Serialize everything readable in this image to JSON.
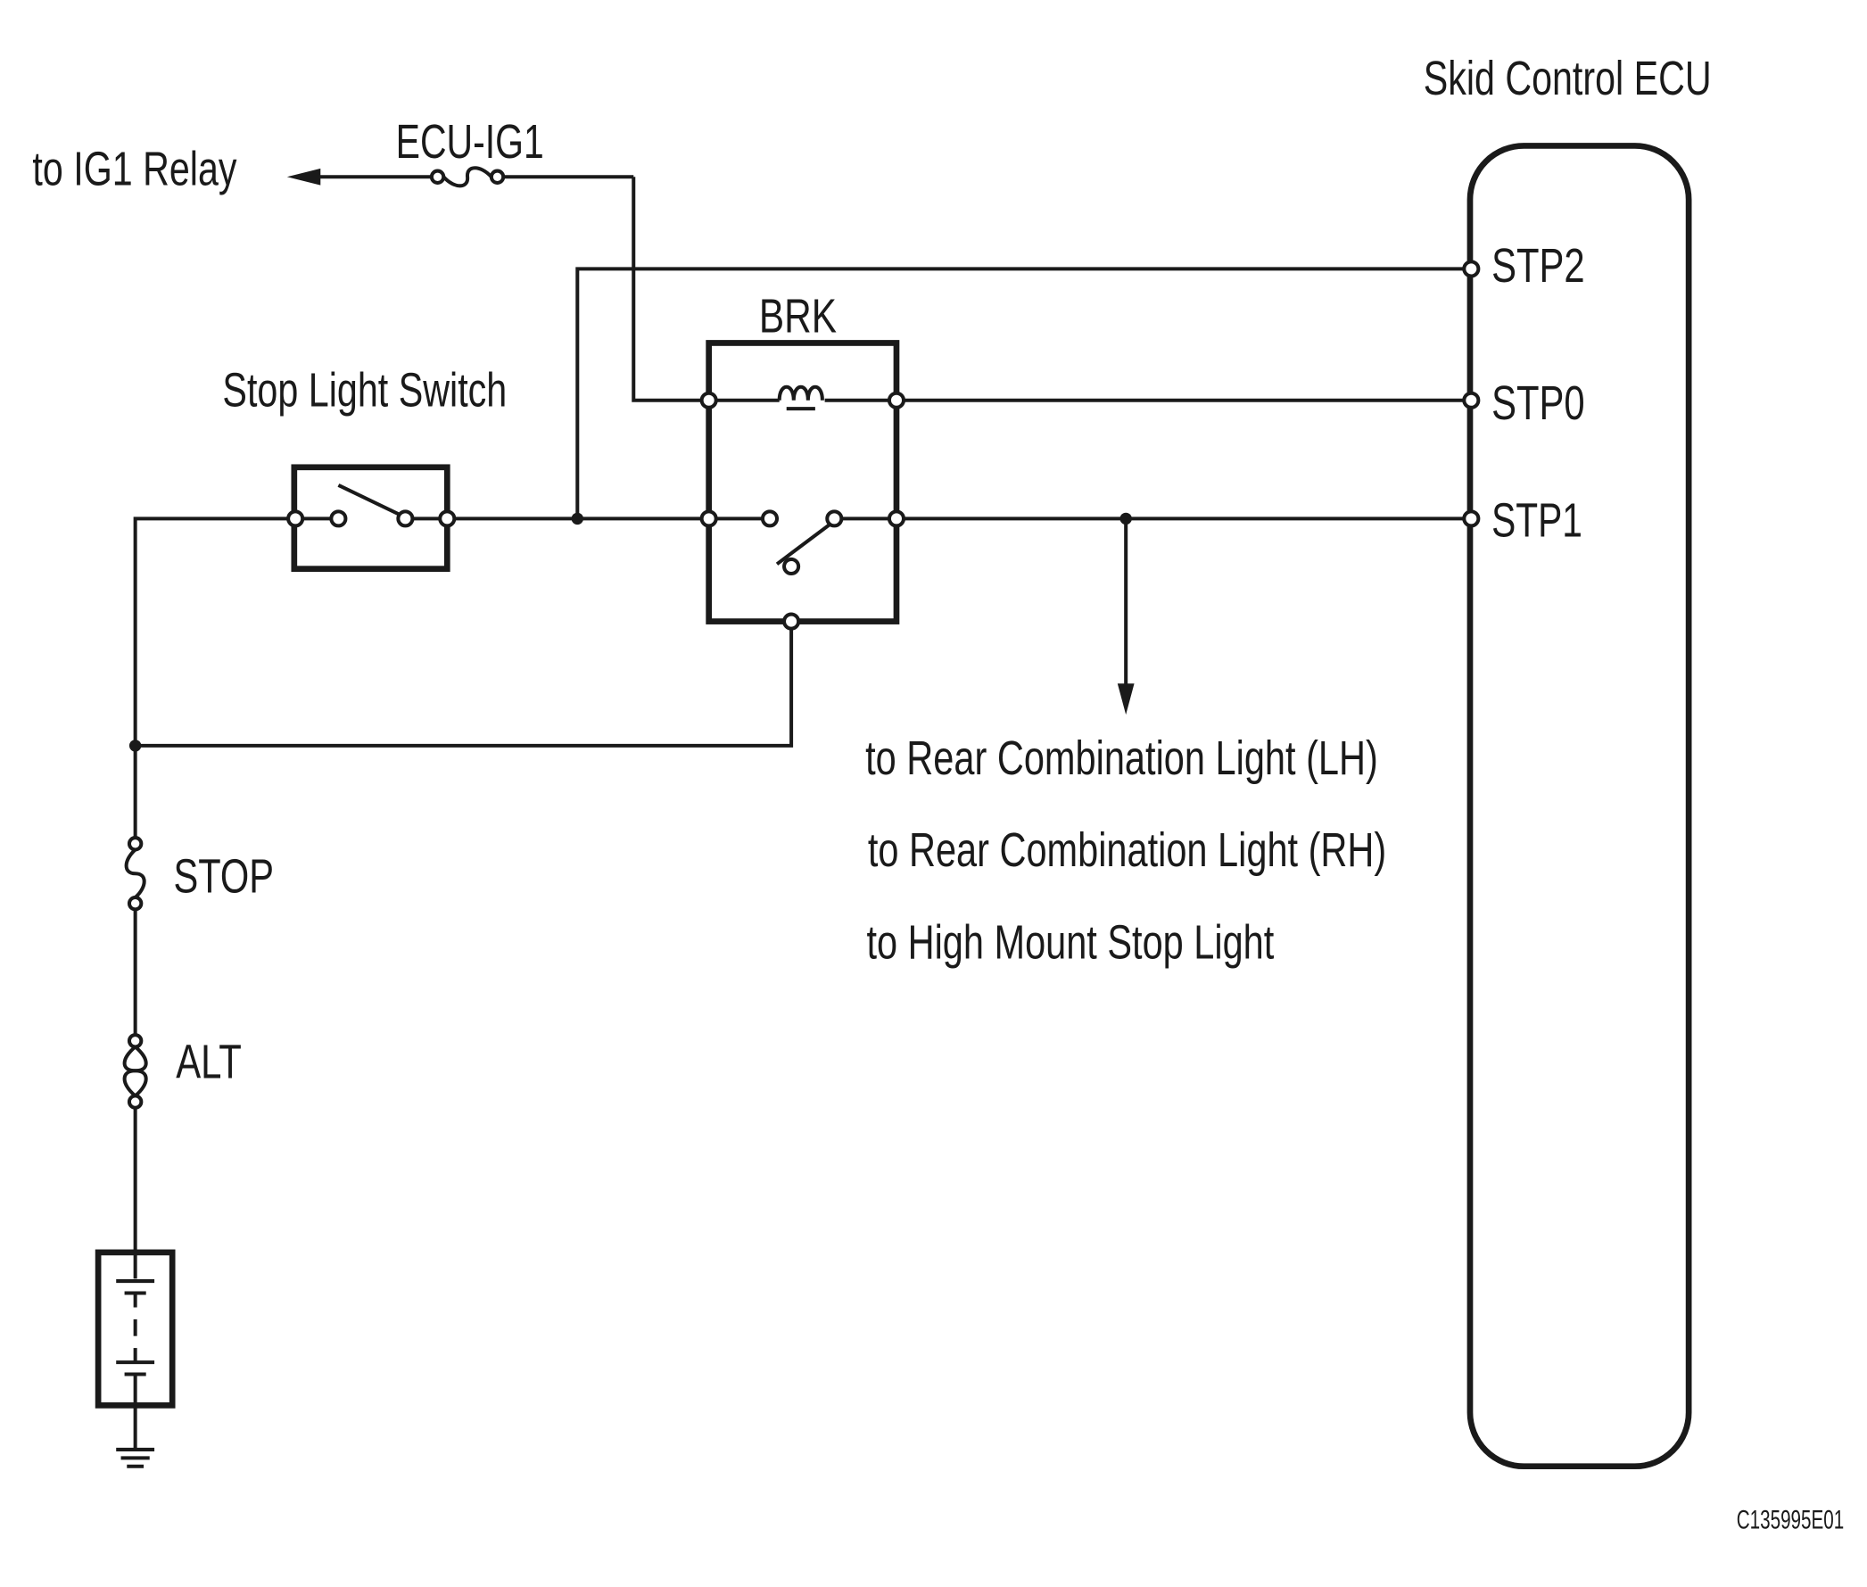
{
  "title": "",
  "labels": {
    "ecu_name": "Skid Control ECU",
    "ig1_relay": "to IG1 Relay",
    "ecu_ig1_fuse": "ECU-IG1",
    "brk_relay": "BRK",
    "stop_light_switch": "Stop Light Switch",
    "stp2": "STP2",
    "stp0": "STP0",
    "stp1": "STP1",
    "rear_lh": "to Rear Combination Light (LH)",
    "rear_rh": "to Rear Combination Light (RH)",
    "high_mount": "to High Mount Stop Light",
    "stop_fuse": "STOP",
    "alt_fuse": "ALT",
    "figure_code": "C135995E01"
  },
  "icons": {
    "battery": "battery-icon",
    "ground": "ground-icon",
    "fuse": "fuse-icon",
    "fusible_link": "fusible-link-icon",
    "relay_coil": "relay-coil-icon",
    "switch": "switch-icon"
  },
  "colors": {
    "line": "#1a1a1a",
    "background": "#ffffff"
  }
}
